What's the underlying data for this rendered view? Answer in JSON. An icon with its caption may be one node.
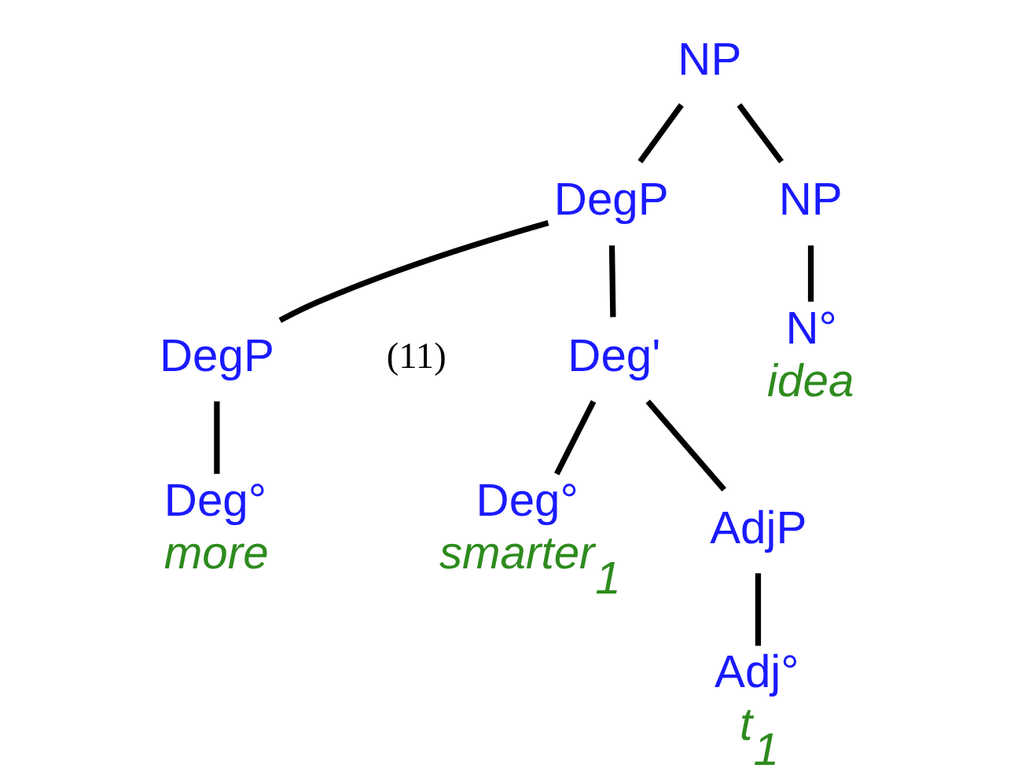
{
  "diagram": {
    "nodes": [
      {
        "text": [
          "NP"
        ]
      },
      {
        "text": [
          "DegP"
        ]
      },
      {
        "text": [
          "NP"
        ]
      },
      {
        "text": [
          "DegP"
        ]
      },
      {
        "text": [
          "Deg'"
        ]
      },
      {
        "text": [
          "N°",
          "idea"
        ]
      },
      {
        "text": [
          "Deg°",
          "more"
        ]
      },
      {
        "text": [
          "Deg°",
          "smarter$_{1}$"
        ]
      },
      {
        "text": [
          "AdjP"
        ]
      },
      {
        "text": [
          "Adj°",
          "t$_{1}$"
        ]
      }
    ],
    "edges": [
      {
        "from": 0,
        "to": 1,
        "arrow": "none"
      },
      {
        "from": 0,
        "to": 2,
        "arrow": "none"
      },
      {
        "from": 1,
        "to": 3,
        "arrow": "none"
      },
      {
        "from": 1,
        "to": 4,
        "arrow": "none"
      },
      {
        "from": 2,
        "to": 5,
        "arrow": "none"
      },
      {
        "from": 3,
        "to": 6,
        "arrow": "none"
      },
      {
        "from": 4,
        "to": 7,
        "arrow": "none"
      },
      {
        "from": 4,
        "to": 8,
        "arrow": "none"
      },
      {
        "from": 8,
        "to": 9,
        "arrow": "none"
      }
    ],
    "labels": [
      "(11)"
    ]
  }
}
